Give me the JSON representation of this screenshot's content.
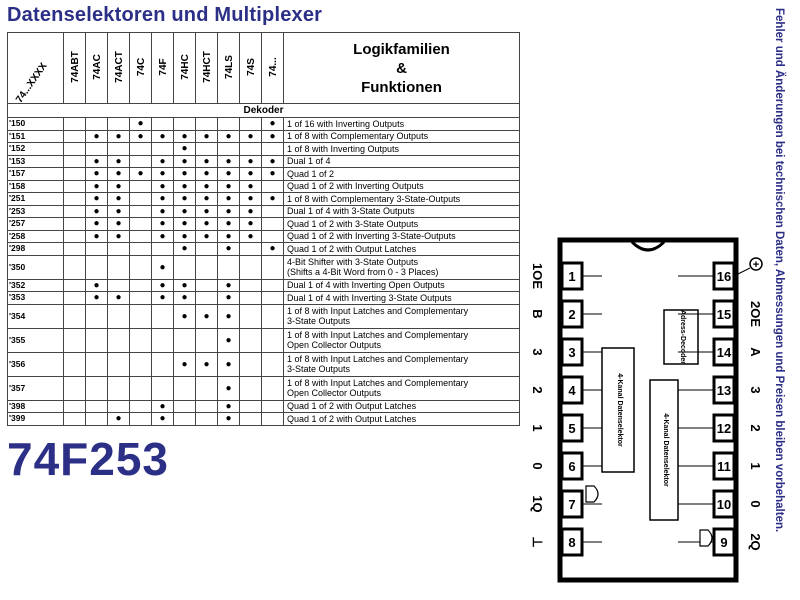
{
  "title": "Datenselektoren und Multiplexer",
  "side_note": "Fehler und Änderungen bei technischen Daten, Abmessungen und Preisen bleiben vorbehalten.",
  "part_number": "74F253",
  "table": {
    "corner_label": "74...XXXX",
    "families": [
      "74ABT",
      "74AC",
      "74ACT",
      "74C",
      "74F",
      "74HC",
      "74HCT",
      "74LS",
      "74S",
      "74..."
    ],
    "function_header": [
      "Logikfamilien",
      "&",
      "Funktionen"
    ],
    "section": "Dekoder",
    "rows": [
      {
        "part": "'150",
        "dots": [
          0,
          0,
          0,
          1,
          0,
          0,
          0,
          0,
          0,
          1
        ],
        "fn": [
          "1 of 16 with Inverting Outputs"
        ]
      },
      {
        "part": "'151",
        "dots": [
          0,
          1,
          1,
          1,
          1,
          1,
          1,
          1,
          1,
          1
        ],
        "fn": [
          "1 of 8 with Complementary Outputs"
        ]
      },
      {
        "part": "'152",
        "dots": [
          0,
          0,
          0,
          0,
          0,
          1,
          0,
          0,
          0,
          0
        ],
        "fn": [
          "1 of 8 with Inverting Outputs"
        ]
      },
      {
        "part": "'153",
        "dots": [
          0,
          1,
          1,
          0,
          1,
          1,
          1,
          1,
          1,
          1
        ],
        "fn": [
          "Dual 1 of 4"
        ]
      },
      {
        "part": "'157",
        "dots": [
          0,
          1,
          1,
          1,
          1,
          1,
          1,
          1,
          1,
          1
        ],
        "fn": [
          "Quad 1 of 2"
        ]
      },
      {
        "part": "'158",
        "dots": [
          0,
          1,
          1,
          0,
          1,
          1,
          1,
          1,
          1,
          0
        ],
        "fn": [
          "Quad 1 of 2 with Inverting Outputs"
        ]
      },
      {
        "part": "'251",
        "dots": [
          0,
          1,
          1,
          0,
          1,
          1,
          1,
          1,
          1,
          1
        ],
        "fn": [
          "1 of 8 with Complementary 3-State-Outputs"
        ]
      },
      {
        "part": "'253",
        "dots": [
          0,
          1,
          1,
          0,
          1,
          1,
          1,
          1,
          1,
          0
        ],
        "fn": [
          "Dual 1 of 4 with 3-State Outputs"
        ]
      },
      {
        "part": "'257",
        "dots": [
          0,
          1,
          1,
          0,
          1,
          1,
          1,
          1,
          1,
          0
        ],
        "fn": [
          "Quad 1 of 2 with 3-State Outputs"
        ]
      },
      {
        "part": "'258",
        "dots": [
          0,
          1,
          1,
          0,
          1,
          1,
          1,
          1,
          1,
          0
        ],
        "fn": [
          "Quad 1 of 2 with Inverting 3-State-Outputs"
        ]
      },
      {
        "part": "'298",
        "dots": [
          0,
          0,
          0,
          0,
          0,
          1,
          0,
          1,
          0,
          1
        ],
        "fn": [
          "Quad 1 of 2 with Output Latches"
        ]
      },
      {
        "part": "'350",
        "dots": [
          0,
          0,
          0,
          0,
          1,
          0,
          0,
          0,
          0,
          0
        ],
        "fn": [
          "4-Bit Shifter with 3-State Outputs",
          "(Shifts a 4-Bit Word from 0 - 3 Places)"
        ]
      },
      {
        "part": "'352",
        "dots": [
          0,
          1,
          0,
          0,
          1,
          1,
          0,
          1,
          0,
          0
        ],
        "fn": [
          "Dual 1 of 4 with Inverting Open Outputs"
        ]
      },
      {
        "part": "'353",
        "dots": [
          0,
          1,
          1,
          0,
          1,
          1,
          0,
          1,
          0,
          0
        ],
        "fn": [
          "Dual 1 of 4 with Inverting 3-State Outputs"
        ]
      },
      {
        "part": "'354",
        "dots": [
          0,
          0,
          0,
          0,
          0,
          1,
          1,
          1,
          0,
          0
        ],
        "fn": [
          "1 of 8 with Input Latches and Complementary",
          "3-State Outputs"
        ]
      },
      {
        "part": "'355",
        "dots": [
          0,
          0,
          0,
          0,
          0,
          0,
          0,
          1,
          0,
          0
        ],
        "fn": [
          "1 of 8 with Input Latches and Complementary",
          "Open Collector Outputs"
        ]
      },
      {
        "part": "'356",
        "dots": [
          0,
          0,
          0,
          0,
          0,
          1,
          1,
          1,
          0,
          0
        ],
        "fn": [
          "1 of 8 with Input Latches and Complementary",
          "3-State Outputs"
        ]
      },
      {
        "part": "'357",
        "dots": [
          0,
          0,
          0,
          0,
          0,
          0,
          0,
          1,
          0,
          0
        ],
        "fn": [
          "1 of 8 with Input Latches and Complementary",
          "Open Collector Outputs"
        ]
      },
      {
        "part": "'398",
        "dots": [
          0,
          0,
          0,
          0,
          1,
          0,
          0,
          1,
          0,
          0
        ],
        "fn": [
          "Quad 1 of 2 with Output Latches"
        ]
      },
      {
        "part": "'399",
        "dots": [
          0,
          0,
          1,
          0,
          1,
          0,
          0,
          1,
          0,
          0
        ],
        "fn": [
          "Quad 1 of 2 with Output Latches"
        ]
      }
    ]
  },
  "pinout": {
    "left_labels": [
      "1OE",
      "B",
      "3",
      "2",
      "1",
      "0",
      "1Q",
      "⊥"
    ],
    "right_labels": [
      "2OE",
      "A",
      "3",
      "2",
      "1",
      "0",
      "2Q"
    ],
    "left_pins": [
      "1",
      "2",
      "3",
      "4",
      "5",
      "6",
      "7",
      "8"
    ],
    "right_pins": [
      "16",
      "15",
      "14",
      "13",
      "12",
      "11",
      "10",
      "9"
    ],
    "vcc_symbol": "+",
    "block_address": "Adress-Decoder",
    "block_mux1": "4-Kanal Datenselektor",
    "block_mux2": "4-Kanal Datenselektor"
  }
}
